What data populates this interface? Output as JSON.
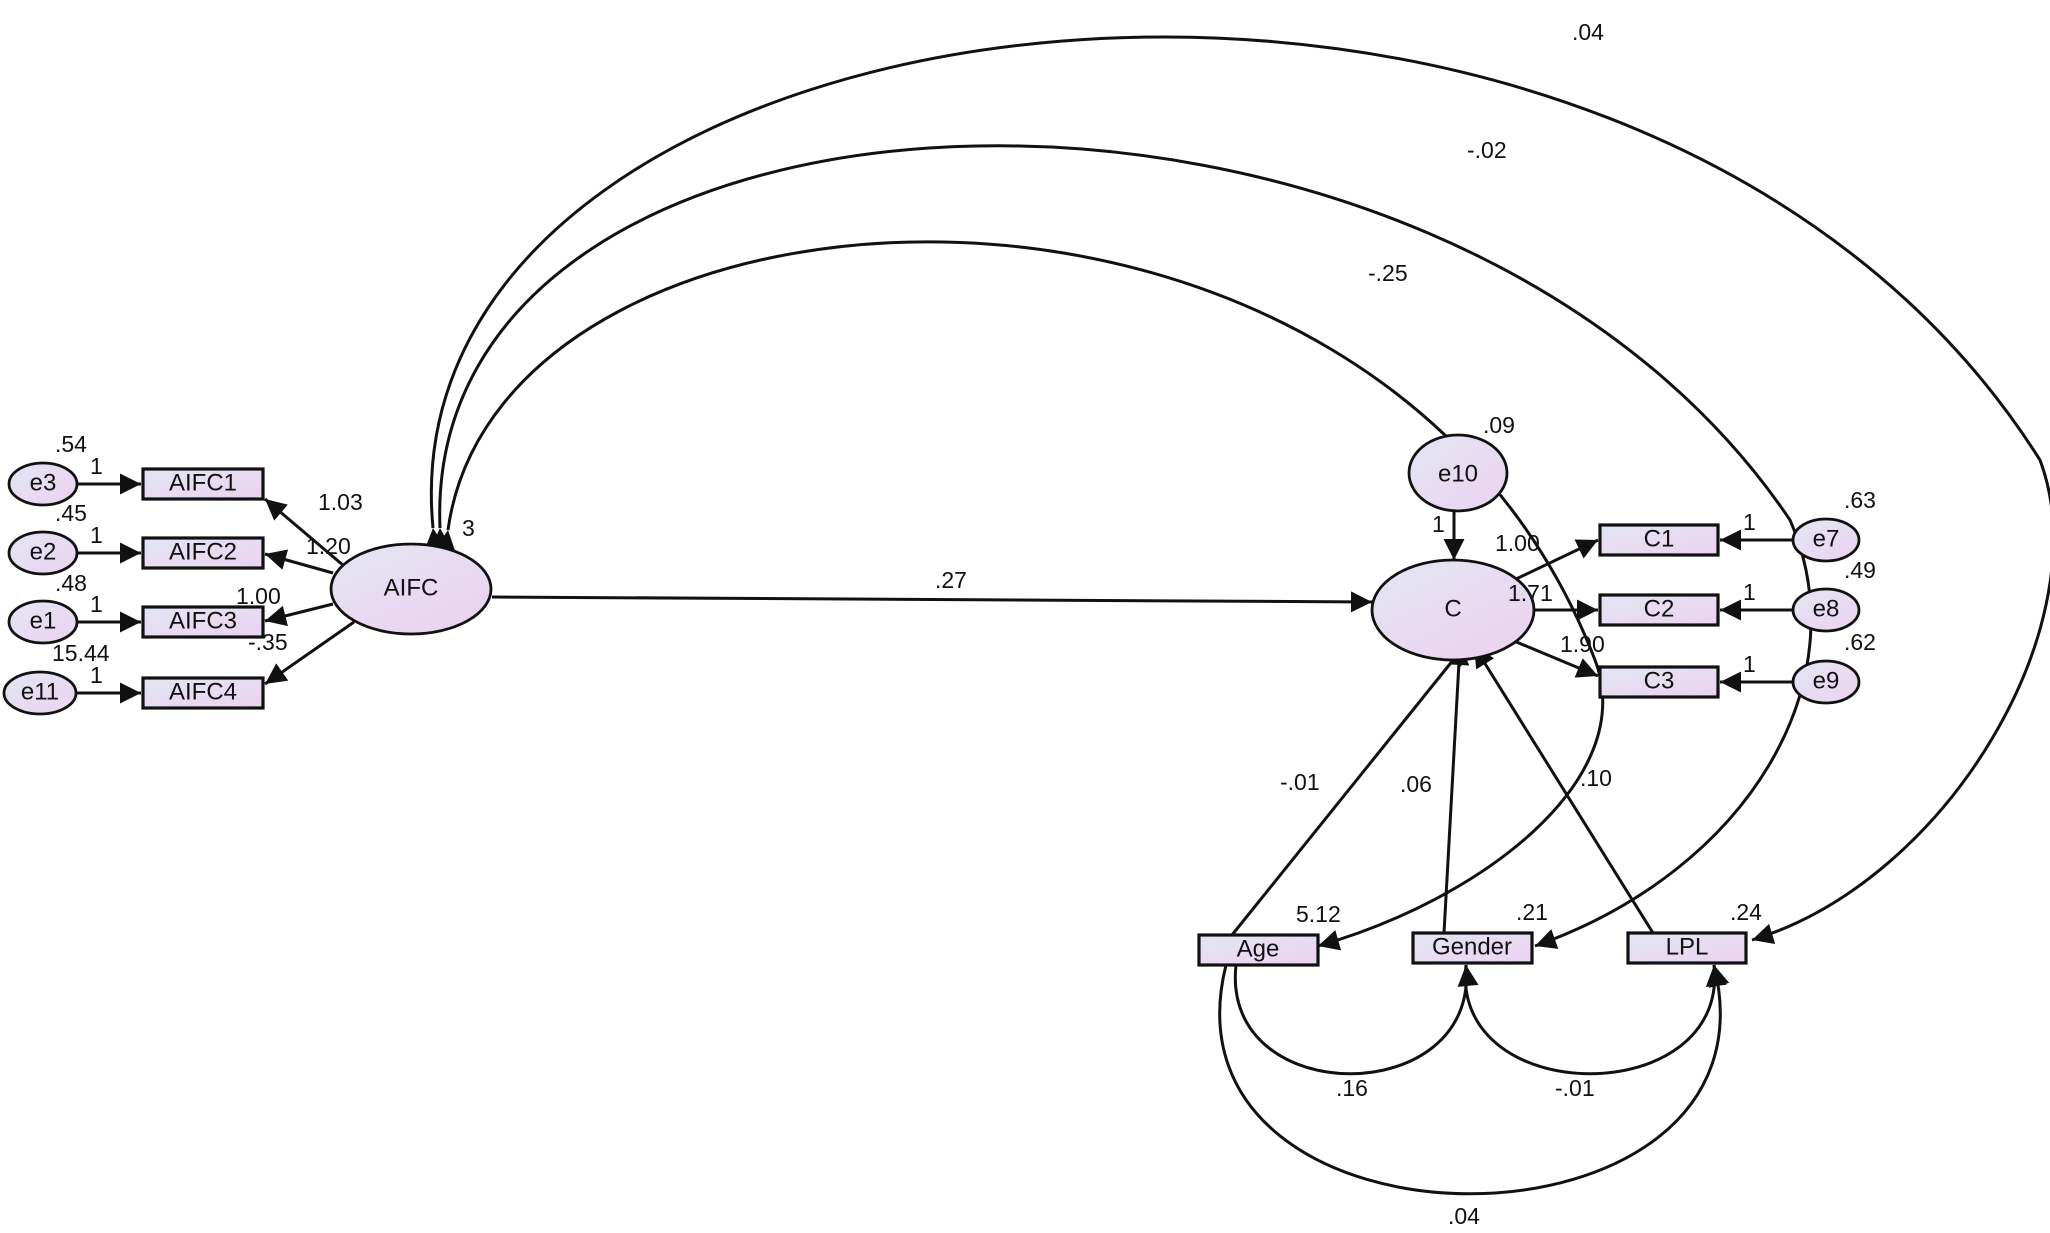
{
  "nodes": {
    "AIFC": {
      "label": "AIFC",
      "kind": "latent"
    },
    "C": {
      "label": "C",
      "kind": "latent"
    },
    "AIFC1": {
      "label": "AIFC1",
      "kind": "observed"
    },
    "AIFC2": {
      "label": "AIFC2",
      "kind": "observed"
    },
    "AIFC3": {
      "label": "AIFC3",
      "kind": "observed"
    },
    "AIFC4": {
      "label": "AIFC4",
      "kind": "observed"
    },
    "C1": {
      "label": "C1",
      "kind": "observed"
    },
    "C2": {
      "label": "C2",
      "kind": "observed"
    },
    "C3": {
      "label": "C3",
      "kind": "observed"
    },
    "Age": {
      "label": "Age",
      "kind": "observed"
    },
    "Gender": {
      "label": "Gender",
      "kind": "observed"
    },
    "LPL": {
      "label": "LPL",
      "kind": "observed"
    },
    "e1": {
      "label": "e1",
      "kind": "error"
    },
    "e2": {
      "label": "e2",
      "kind": "error"
    },
    "e3": {
      "label": "e3",
      "kind": "error"
    },
    "e11": {
      "label": "e11",
      "kind": "error"
    },
    "e7": {
      "label": "e7",
      "kind": "error"
    },
    "e8": {
      "label": "e8",
      "kind": "error"
    },
    "e9": {
      "label": "e9",
      "kind": "error"
    },
    "e10": {
      "label": "e10",
      "kind": "error"
    }
  },
  "variances": {
    "e3": ".54",
    "e2": ".45",
    "e1": ".48",
    "e11": "15.44",
    "e10": ".09",
    "e7": ".63",
    "e8": ".49",
    "e9": ".62",
    "AIFC": "3",
    "Age": "5.12",
    "Gender": ".21",
    "LPL": ".24"
  },
  "loadings": {
    "AIFC1": "1.03",
    "AIFC2": "1.20",
    "AIFC3": "1.00",
    "AIFC4": "-.35",
    "C1": "1.00",
    "C2": "1.71",
    "C3": "1.90"
  },
  "error_weights": {
    "e3": "1",
    "e2": "1",
    "e1": "1",
    "e11": "1",
    "e10": "1",
    "e7": "1",
    "e8": "1",
    "e9": "1"
  },
  "paths": {
    "AIFC_C": ".27",
    "Age_C": "-.01",
    "Gender_C": ".06",
    "LPL_C": ".10"
  },
  "covariances": {
    "AIFC_LPL": ".04",
    "AIFC_Gender": "-.02",
    "AIFC_Age": "-.25",
    "Age_Gender": ".16",
    "Gender_LPL": "-.01",
    "Age_LPL": ".04"
  },
  "colors": {
    "node_fill_start": "#e2e6f3",
    "node_fill_end": "#ecd2f1",
    "stroke": "#111111"
  }
}
